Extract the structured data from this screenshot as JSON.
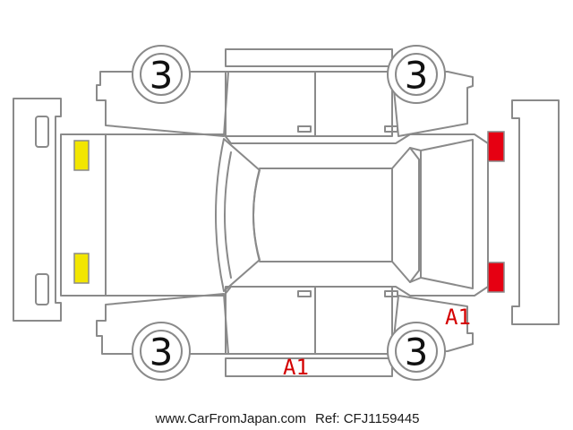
{
  "wheels": {
    "front_left": "3",
    "front_right": "3",
    "rear_left": "3",
    "rear_right": "3"
  },
  "damage": {
    "door_bottom": "A1",
    "rear_right": "A1"
  },
  "footer": {
    "site": "www.CarFromJapan.com",
    "ref": "Ref: CFJ1159445"
  },
  "colors": {
    "outline": "#8a8a8a",
    "front_markers": "#f2e600",
    "rear_markers": "#e60012",
    "damage_text": "#d40000"
  }
}
